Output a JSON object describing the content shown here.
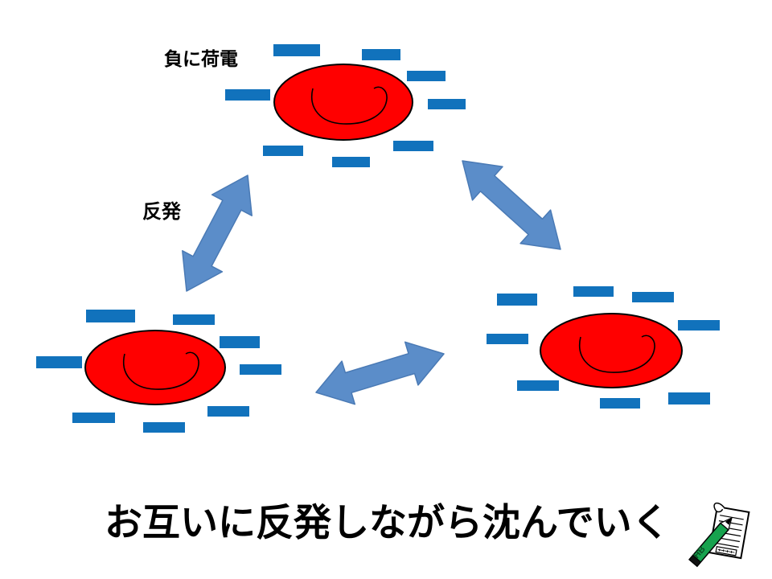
{
  "slide": {
    "negative_charge_label": "負に荷電",
    "repulsion_label": "反発",
    "caption": "お互いに反発しながら沈んでいく"
  },
  "icon": {
    "name": "memo-pencil-icon",
    "pencil_label": "HB"
  },
  "colors": {
    "background": "#FFFFFF",
    "charge_blue": "#1172BC",
    "arrow_fill": "#5B8DC9",
    "arrow_stroke": "#4A7AB5",
    "cell_fill": "#FF0000",
    "cell_stroke": "#000000",
    "text_color": "#000000",
    "pencil_green": "#17A24E",
    "pencil_text": "#0A4F25"
  }
}
